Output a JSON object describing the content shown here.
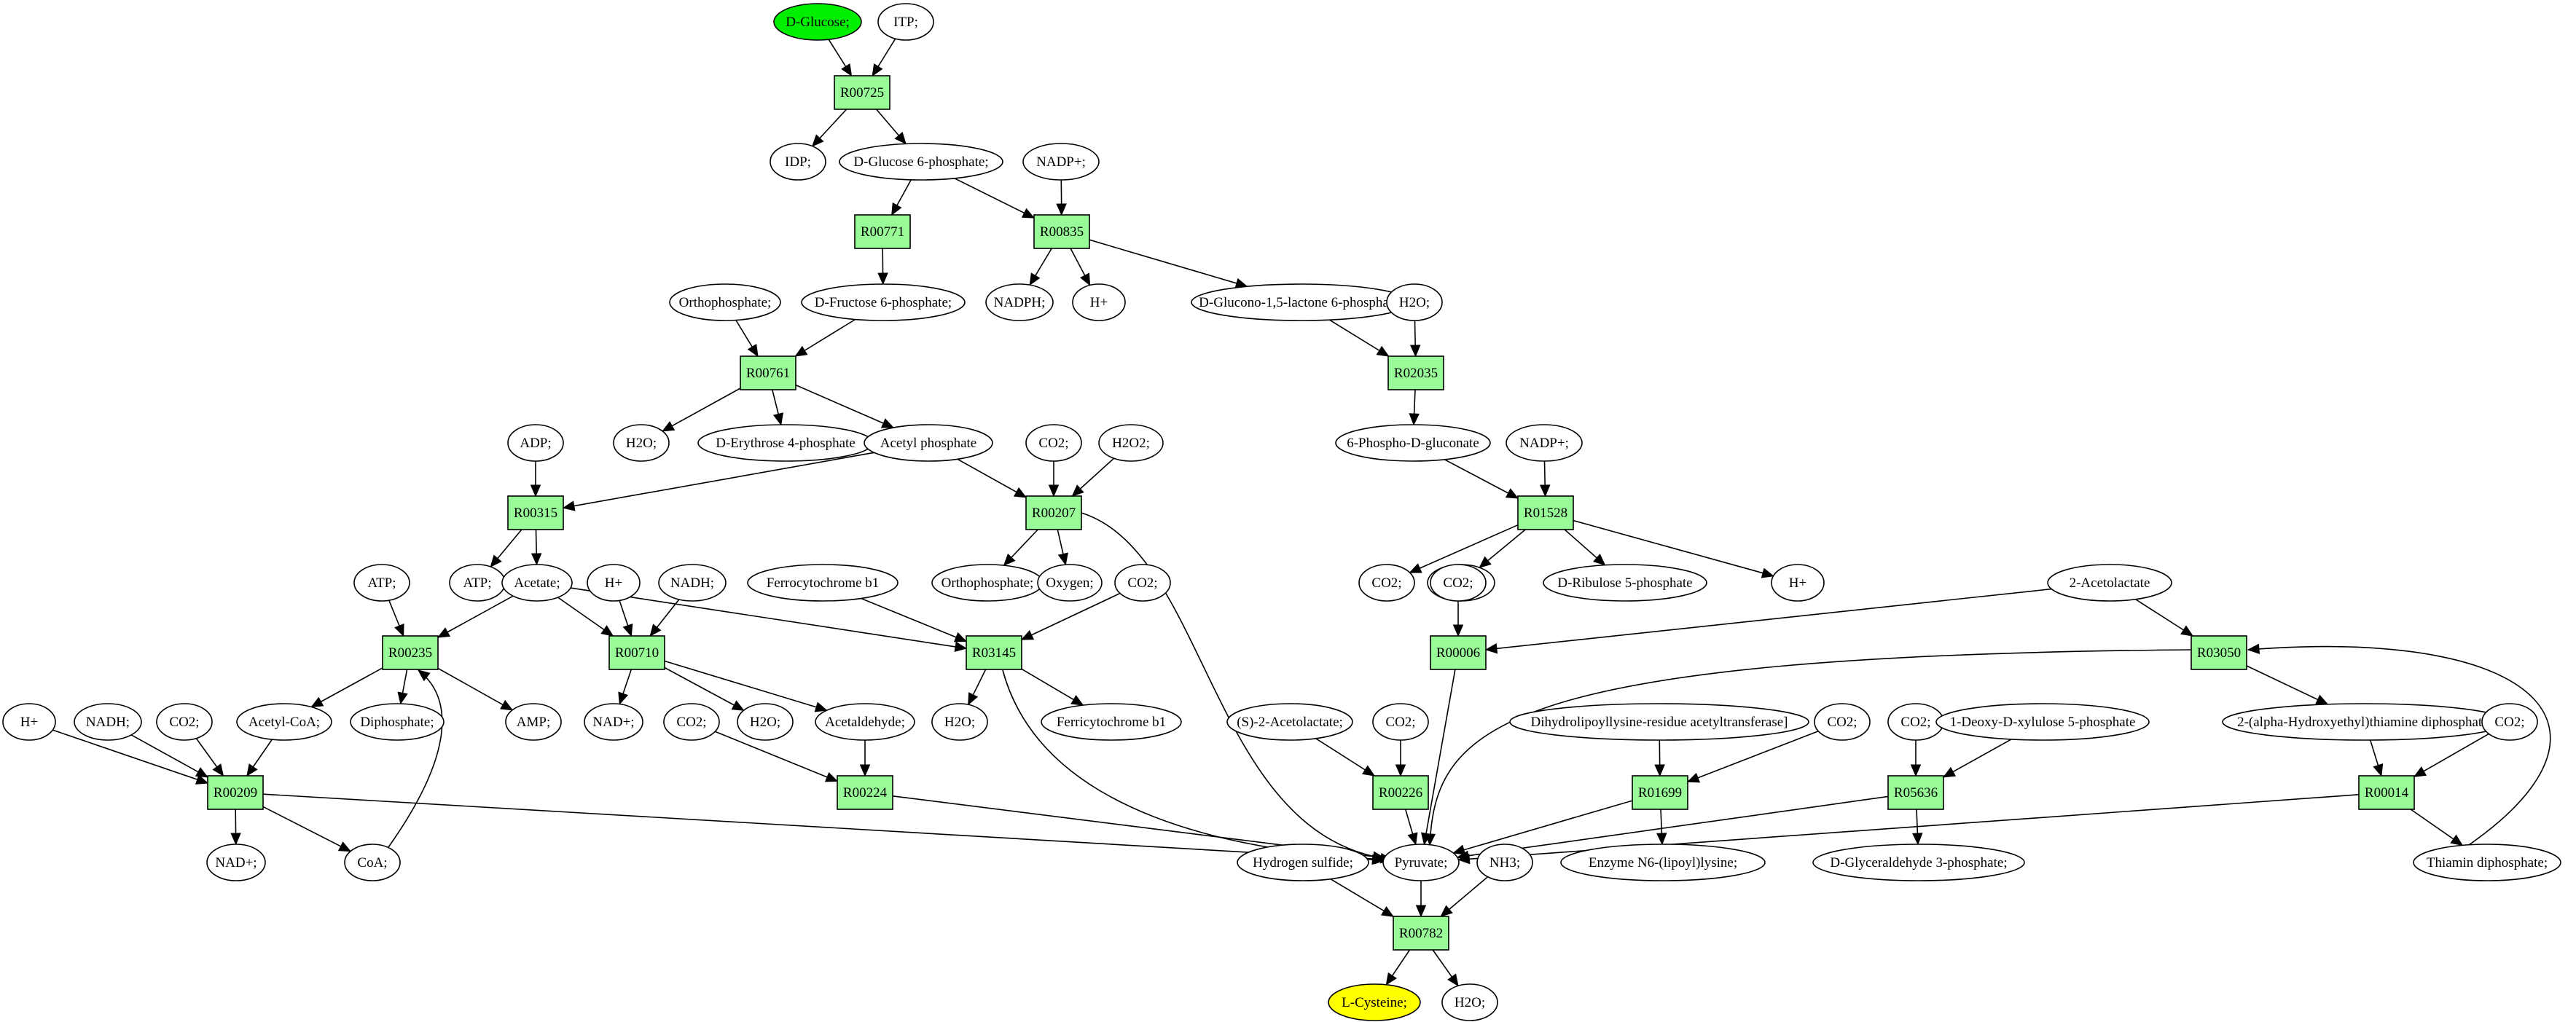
{
  "colors": {
    "source": "#00ee00",
    "target": "#ffff00",
    "reaction": "#98fb98",
    "compound": "#ffffff"
  },
  "compounds": [
    {
      "id": "glc",
      "label": "D-Glucose;",
      "role": "source"
    },
    {
      "id": "itp",
      "label": "ITP;"
    },
    {
      "id": "idp",
      "label": "IDP;"
    },
    {
      "id": "g6p",
      "label": "D-Glucose 6-phosphate;"
    },
    {
      "id": "nadp1",
      "label": "NADP+;"
    },
    {
      "id": "nadph1",
      "label": "NADPH;"
    },
    {
      "id": "hp1",
      "label": "H+"
    },
    {
      "id": "gl6p",
      "label": "D-Glucono-1,5-lactone 6-phosphate;"
    },
    {
      "id": "orth1",
      "label": "Orthophosphate;"
    },
    {
      "id": "f6p",
      "label": "D-Fructose 6-phosphate;"
    },
    {
      "id": "h2o1",
      "label": "H2O;"
    },
    {
      "id": "h2o2",
      "label": "H2O;"
    },
    {
      "id": "e4p",
      "label": "D-Erythrose 4-phosphate"
    },
    {
      "id": "acp",
      "label": "Acetyl phosphate"
    },
    {
      "id": "pg",
      "label": "6-Phospho-D-gluconate"
    },
    {
      "id": "nadp2",
      "label": "NADP+;"
    },
    {
      "id": "adp",
      "label": "ADP;"
    },
    {
      "id": "co2a",
      "label": "CO2;"
    },
    {
      "id": "h2o2x",
      "label": "H2O2;"
    },
    {
      "id": "atp1",
      "label": "ATP;"
    },
    {
      "id": "acet",
      "label": "Acetate;"
    },
    {
      "id": "orth2",
      "label": "Orthophosphate;"
    },
    {
      "id": "oxy",
      "label": "Oxygen;"
    },
    {
      "id": "co2b",
      "label": "CO2;"
    },
    {
      "id": "nadph2",
      "label": "NADPH;"
    },
    {
      "id": "r5p",
      "label": "D-Ribulose 5-phosphate"
    },
    {
      "id": "hp2",
      "label": "H+"
    },
    {
      "id": "atp2",
      "label": "ATP;"
    },
    {
      "id": "hp3",
      "label": "H+"
    },
    {
      "id": "nadh1",
      "label": "NADH;"
    },
    {
      "id": "ferro",
      "label": "Ferrocytochrome b1"
    },
    {
      "id": "co2c",
      "label": "CO2;"
    },
    {
      "id": "co2d",
      "label": "CO2;"
    },
    {
      "id": "acl",
      "label": "2-Acetolactate"
    },
    {
      "id": "hp4",
      "label": "H+"
    },
    {
      "id": "nadh2",
      "label": "NADH;"
    },
    {
      "id": "co2e",
      "label": "CO2;"
    },
    {
      "id": "accoa",
      "label": "Acetyl-CoA;"
    },
    {
      "id": "pp",
      "label": "Diphosphate;"
    },
    {
      "id": "amp",
      "label": "AMP;"
    },
    {
      "id": "nad1",
      "label": "NAD+;"
    },
    {
      "id": "co2f",
      "label": "CO2;"
    },
    {
      "id": "h2o3",
      "label": "H2O;"
    },
    {
      "id": "acald",
      "label": "Acetaldehyde;"
    },
    {
      "id": "h2o4",
      "label": "H2O;"
    },
    {
      "id": "ferri",
      "label": "Ferricytochrome b1"
    },
    {
      "id": "sacl",
      "label": "(S)-2-Acetolactate;"
    },
    {
      "id": "co2g",
      "label": "CO2;"
    },
    {
      "id": "dlt",
      "label": "Dihydrolipoyllysine-residue acetyltransferase]"
    },
    {
      "id": "co2h",
      "label": "CO2;"
    },
    {
      "id": "co2i",
      "label": "CO2;"
    },
    {
      "id": "dxp",
      "label": "1-Deoxy-D-xylulose 5-phosphate"
    },
    {
      "id": "hetpp",
      "label": "2-(alpha-Hydroxyethyl)thiamine diphosphate;"
    },
    {
      "id": "co2j",
      "label": "CO2;"
    },
    {
      "id": "nad2",
      "label": "NAD+;"
    },
    {
      "id": "coa",
      "label": "CoA;"
    },
    {
      "id": "h2s",
      "label": "Hydrogen sulfide;"
    },
    {
      "id": "pyr",
      "label": "Pyruvate;"
    },
    {
      "id": "nh3",
      "label": "NH3;"
    },
    {
      "id": "enz",
      "label": "Enzyme N6-(lipoyl)lysine;"
    },
    {
      "id": "gap",
      "label": "D-Glyceraldehyde 3-phosphate;"
    },
    {
      "id": "tpp",
      "label": "Thiamin diphosphate;"
    },
    {
      "id": "cys",
      "label": "L-Cysteine;",
      "role": "target"
    },
    {
      "id": "h2o5",
      "label": "H2O;"
    }
  ],
  "reactions": [
    {
      "id": "R00725",
      "label": "R00725"
    },
    {
      "id": "R00771",
      "label": "R00771"
    },
    {
      "id": "R00835",
      "label": "R00835"
    },
    {
      "id": "R00761",
      "label": "R00761"
    },
    {
      "id": "R02035",
      "label": "R02035"
    },
    {
      "id": "R00315",
      "label": "R00315"
    },
    {
      "id": "R00207",
      "label": "R00207"
    },
    {
      "id": "R01528",
      "label": "R01528"
    },
    {
      "id": "R00235",
      "label": "R00235"
    },
    {
      "id": "R00710",
      "label": "R00710"
    },
    {
      "id": "R03145",
      "label": "R03145"
    },
    {
      "id": "R00006",
      "label": "R00006"
    },
    {
      "id": "R03050",
      "label": "R03050"
    },
    {
      "id": "R00209",
      "label": "R00209"
    },
    {
      "id": "R00224",
      "label": "R00224"
    },
    {
      "id": "R00226",
      "label": "R00226"
    },
    {
      "id": "R01699",
      "label": "R01699"
    },
    {
      "id": "R05636",
      "label": "R05636"
    },
    {
      "id": "R00014",
      "label": "R00014"
    },
    {
      "id": "R00782",
      "label": "R00782"
    }
  ],
  "edges": [
    [
      "glc",
      "R00725"
    ],
    [
      "itp",
      "R00725"
    ],
    [
      "R00725",
      "idp"
    ],
    [
      "R00725",
      "g6p"
    ],
    [
      "g6p",
      "R00771"
    ],
    [
      "g6p",
      "R00835"
    ],
    [
      "nadp1",
      "R00835"
    ],
    [
      "R00835",
      "nadph1"
    ],
    [
      "R00835",
      "hp1"
    ],
    [
      "R00835",
      "gl6p"
    ],
    [
      "R00771",
      "f6p"
    ],
    [
      "orth1",
      "R00761"
    ],
    [
      "f6p",
      "R00761"
    ],
    [
      "R00761",
      "h2o1"
    ],
    [
      "R00761",
      "e4p"
    ],
    [
      "R00761",
      "acp"
    ],
    [
      "gl6p",
      "R02035"
    ],
    [
      "h2o2",
      "R02035"
    ],
    [
      "R02035",
      "pg"
    ],
    [
      "adp",
      "R00315"
    ],
    [
      "acp",
      "R00315"
    ],
    [
      "acp",
      "R00207"
    ],
    [
      "co2a",
      "R00207"
    ],
    [
      "h2o2x",
      "R00207"
    ],
    [
      "pg",
      "R01528"
    ],
    [
      "nadp2",
      "R01528"
    ],
    [
      "R00315",
      "atp1"
    ],
    [
      "R00315",
      "acet"
    ],
    [
      "R00207",
      "orth2"
    ],
    [
      "R00207",
      "oxy"
    ],
    [
      "R00207",
      "pyr"
    ],
    [
      "R01528",
      "co2b"
    ],
    [
      "R01528",
      "nadph2"
    ],
    [
      "R01528",
      "r5p"
    ],
    [
      "R01528",
      "hp2"
    ],
    [
      "atp2",
      "R00235"
    ],
    [
      "acet",
      "R00235"
    ],
    [
      "acet",
      "R00710"
    ],
    [
      "hp3",
      "R00710"
    ],
    [
      "nadh1",
      "R00710"
    ],
    [
      "acet",
      "R03145"
    ],
    [
      "ferro",
      "R03145"
    ],
    [
      "co2c",
      "R03145"
    ],
    [
      "co2d",
      "R00006"
    ],
    [
      "acl",
      "R00006"
    ],
    [
      "acl",
      "R03050"
    ],
    [
      "R00235",
      "accoa"
    ],
    [
      "R00235",
      "pp"
    ],
    [
      "R00235",
      "amp"
    ],
    [
      "R00710",
      "nad1"
    ],
    [
      "R00710",
      "h2o3"
    ],
    [
      "R00710",
      "acald"
    ],
    [
      "R03145",
      "h2o4"
    ],
    [
      "R03145",
      "ferri"
    ],
    [
      "R03145",
      "pyr"
    ],
    [
      "R00006",
      "pyr"
    ],
    [
      "R03050",
      "pyr"
    ],
    [
      "R03050",
      "hetpp"
    ],
    [
      "hp4",
      "R00209"
    ],
    [
      "nadh2",
      "R00209"
    ],
    [
      "co2e",
      "R00209"
    ],
    [
      "accoa",
      "R00209"
    ],
    [
      "co2f",
      "R00224"
    ],
    [
      "acald",
      "R00224"
    ],
    [
      "sacl",
      "R00226"
    ],
    [
      "co2g",
      "R00226"
    ],
    [
      "dlt",
      "R01699"
    ],
    [
      "co2h",
      "R01699"
    ],
    [
      "co2i",
      "R05636"
    ],
    [
      "dxp",
      "R05636"
    ],
    [
      "hetpp",
      "R00014"
    ],
    [
      "co2j",
      "R00014"
    ],
    [
      "R00209",
      "nad2"
    ],
    [
      "R00209",
      "coa"
    ],
    [
      "R00209",
      "pyr"
    ],
    [
      "coa",
      "R00235"
    ],
    [
      "R00224",
      "pyr"
    ],
    [
      "R00226",
      "pyr"
    ],
    [
      "R01699",
      "pyr"
    ],
    [
      "R01699",
      "enz"
    ],
    [
      "R05636",
      "pyr"
    ],
    [
      "R05636",
      "gap"
    ],
    [
      "R00014",
      "pyr"
    ],
    [
      "R00014",
      "tpp"
    ],
    [
      "tpp",
      "R03050"
    ],
    [
      "h2s",
      "R00782"
    ],
    [
      "pyr",
      "R00782"
    ],
    [
      "nh3",
      "R00782"
    ],
    [
      "R00782",
      "cys"
    ],
    [
      "R00782",
      "h2o5"
    ]
  ]
}
